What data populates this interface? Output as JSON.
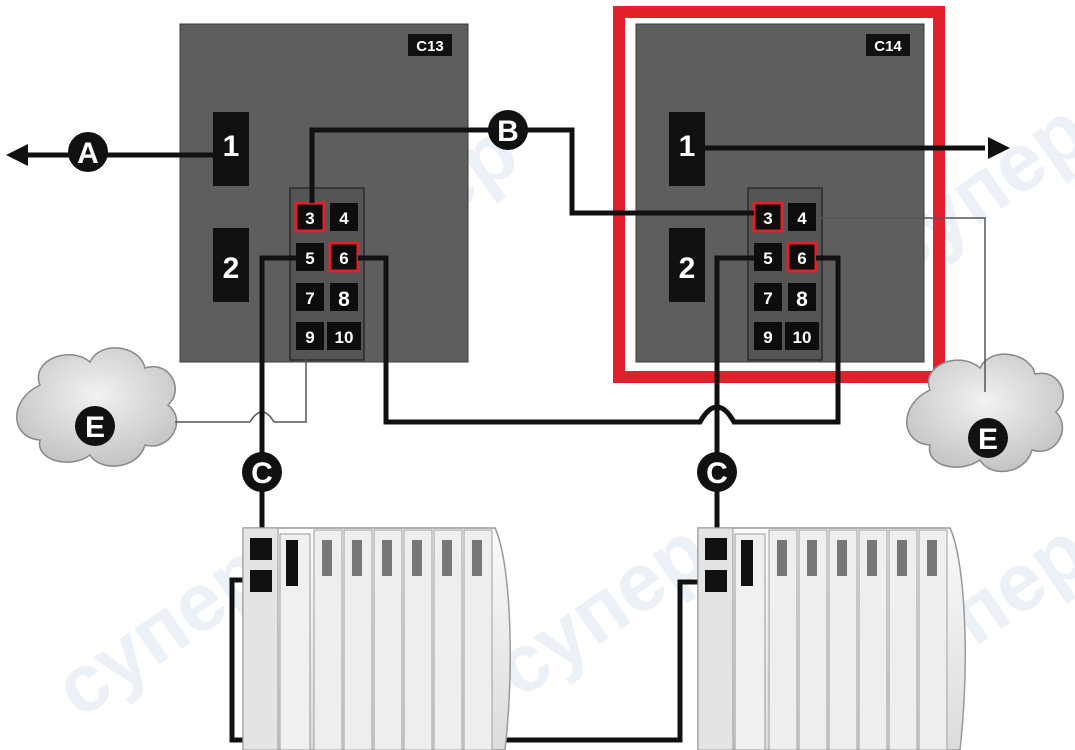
{
  "controllers": [
    {
      "tag": "C13",
      "highlighted": false,
      "modules": [
        "1",
        "2"
      ],
      "ports": [
        "3",
        "4",
        "5",
        "6",
        "7",
        "8",
        "9",
        "10"
      ],
      "highlighted_ports": [
        "3",
        "6"
      ]
    },
    {
      "tag": "C14",
      "highlighted": true,
      "modules": [
        "1",
        "2"
      ],
      "ports": [
        "3",
        "4",
        "5",
        "6",
        "7",
        "8",
        "9",
        "10"
      ],
      "highlighted_ports": [
        "3",
        "6"
      ]
    }
  ],
  "connection_markers": {
    "a": "A",
    "b": "B",
    "c_left": "C",
    "c_right": "C",
    "e_left": "E",
    "e_right": "E"
  },
  "watermark_text": "супер",
  "colors": {
    "controller_body": "#5e5e5e",
    "highlight": "#e0202a",
    "cable": "#111111",
    "cloud": "#d6d6d6",
    "rack": "#eaeaea"
  }
}
